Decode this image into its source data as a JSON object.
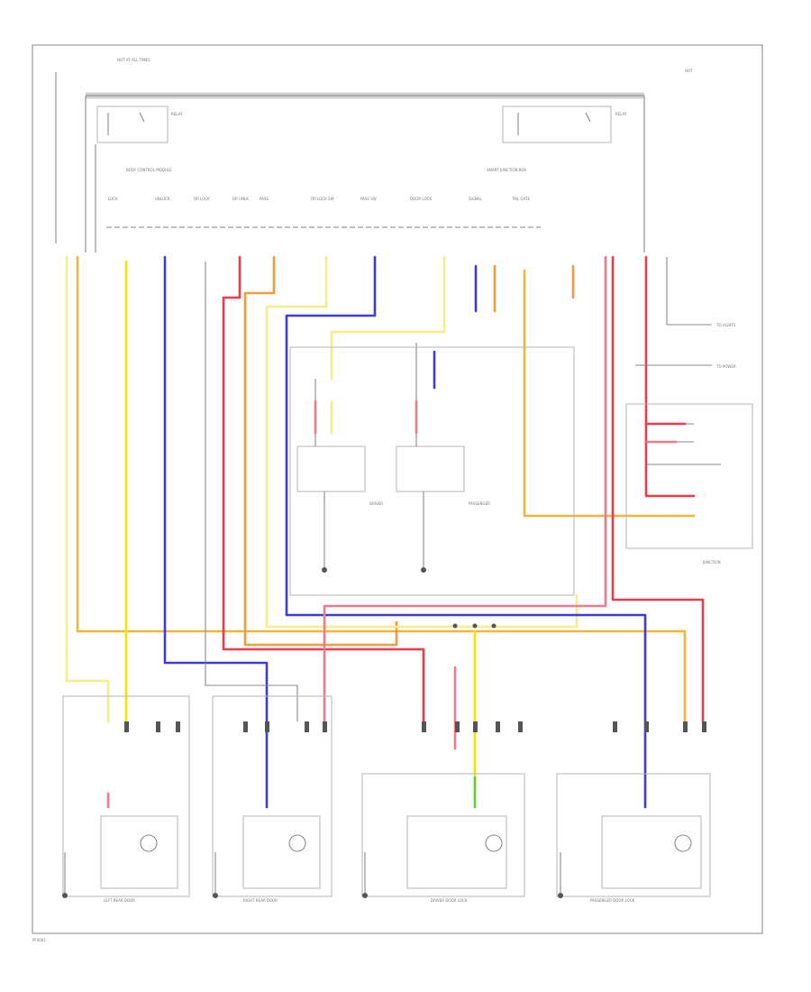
{
  "document_code": "PF0001",
  "wire_colors": {
    "yellow": "#f5e400",
    "blue": "#3b3bdf",
    "red": "#ee3a4a",
    "orange": "#f39a3a",
    "pink": "#f07a8a",
    "light_yellow": "#f4ee8a",
    "green": "#66cc33",
    "orange_yellow": "#f4b63a",
    "gray": "#9a9a9a"
  },
  "components": [
    "left-rear-door-lock-actuator",
    "right-rear-door-lock-actuator",
    "driver-door-lock-actuator",
    "passenger-door-lock-actuator",
    "driver-door-lock-switch",
    "passenger-door-lock-switch",
    "body-control-module",
    "fuse-relay-box-left",
    "fuse-relay-box-right",
    "junction-block"
  ],
  "grounds": [
    "ground-1",
    "ground-2",
    "ground-3",
    "ground-4",
    "ground-5",
    "ground-6"
  ]
}
